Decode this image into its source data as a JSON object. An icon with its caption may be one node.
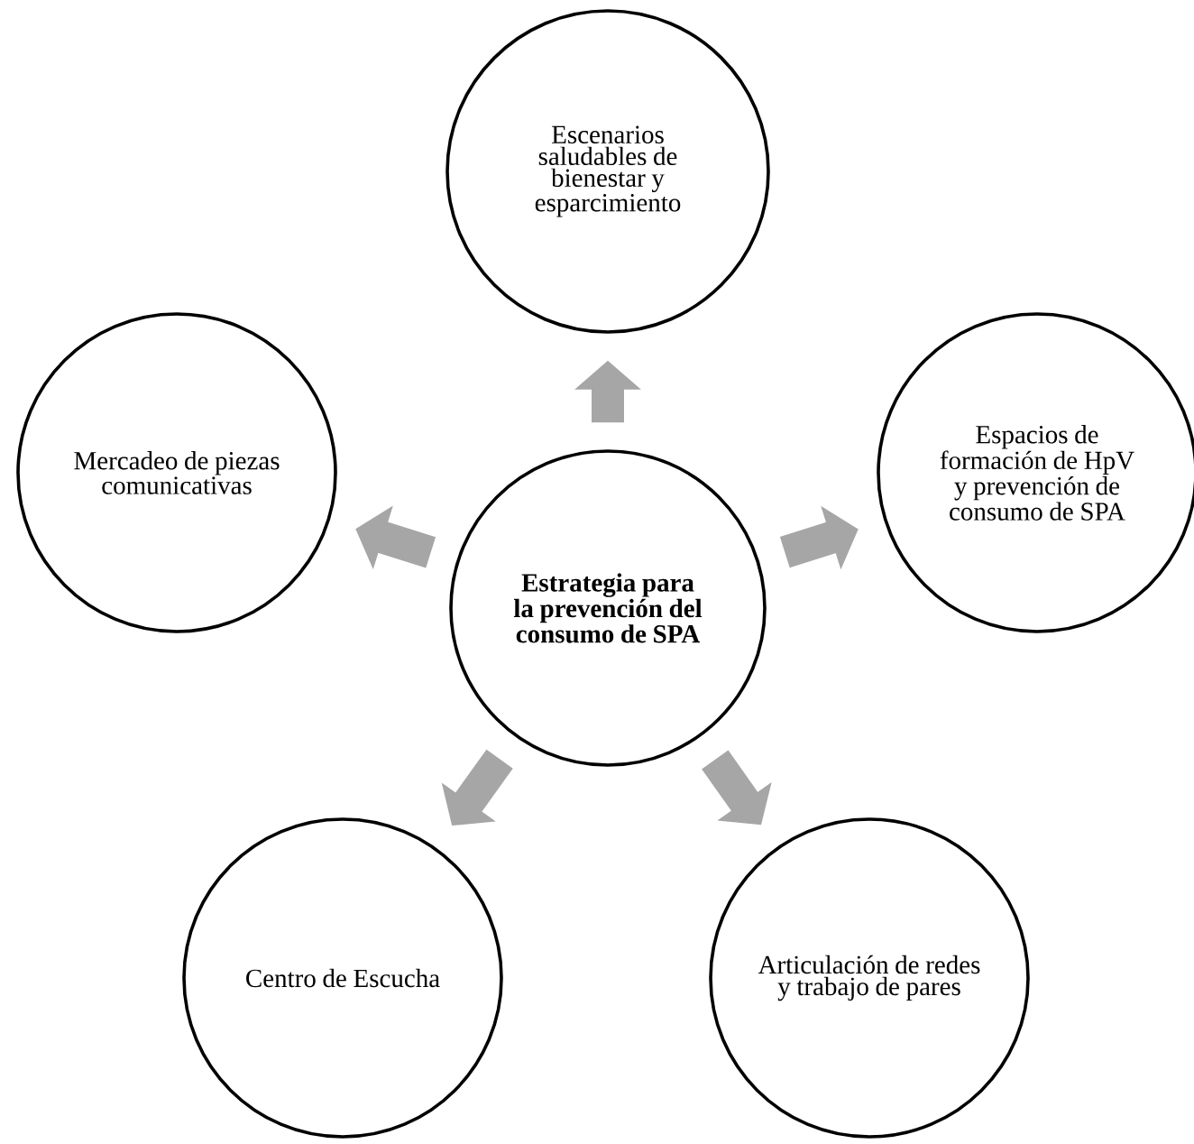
{
  "diagram": {
    "nodes": [
      {
        "text": [
          "Escenarios saludables de bienestar y esparcimiento"
        ]
      },
      {
        "text": [
          "Mercadeo de piezas comunicativas"
        ]
      },
      {
        "text": [
          "Espacios de formación de HpV y prevención de consumo de SPA"
        ]
      },
      {
        "text": [
          "Estrategia para la prevención del consumo de SPA"
        ]
      },
      {
        "text": [
          "Centro de Escucha"
        ]
      },
      {
        "text": [
          "Articulación de redes y trabajo de pares"
        ]
      }
    ],
    "edges": [
      {
        "from": 3,
        "to": 0,
        "arrow": "to"
      },
      {
        "from": 3,
        "to": 2,
        "arrow": "to"
      },
      {
        "from": 3,
        "to": 5,
        "arrow": "to"
      },
      {
        "from": 3,
        "to": 4,
        "arrow": "to"
      },
      {
        "from": 3,
        "to": 1,
        "arrow": "to"
      }
    ]
  }
}
